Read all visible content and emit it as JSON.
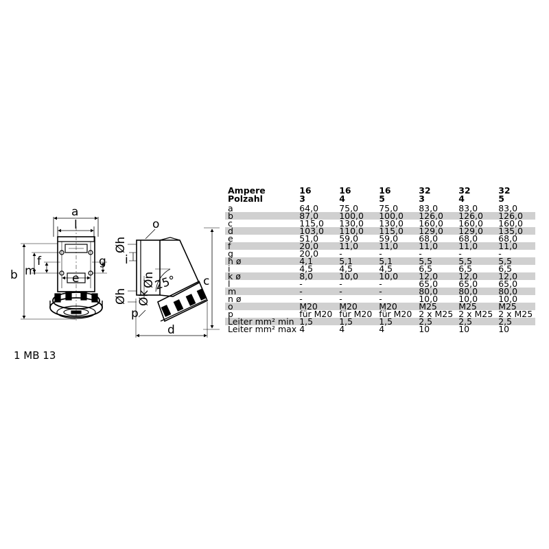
{
  "product_code": "1 MB 13",
  "drawing": {
    "labels": {
      "a": "a",
      "l": "l",
      "b": "b",
      "m": "m",
      "f": "f",
      "g": "g",
      "e": "e",
      "o": "o",
      "h_top": "Øh",
      "i": "i",
      "n": "Øn",
      "h_bot": "Øh",
      "k": "Øk",
      "angle": "25°",
      "c": "c",
      "p": "p",
      "d": "d"
    }
  },
  "table": {
    "header_top": [
      "Ampere",
      "16",
      "16",
      "16",
      "32",
      "32",
      "32"
    ],
    "header_bottom": [
      "Polzahl",
      "3",
      "4",
      "5",
      "3",
      "4",
      "5"
    ],
    "rows": [
      {
        "label": "a",
        "values": [
          "64,0",
          "75,0",
          "75,0",
          "83,0",
          "83,0",
          "83,0"
        ]
      },
      {
        "label": "b",
        "values": [
          "87,0",
          "100,0",
          "100,0",
          "126,0",
          "126,0",
          "126,0"
        ]
      },
      {
        "label": "c",
        "values": [
          "115,0",
          "130,0",
          "130,0",
          "160,0",
          "160,0",
          "160,0"
        ]
      },
      {
        "label": "d",
        "values": [
          "103,0",
          "110,0",
          "115,0",
          "129,0",
          "129,0",
          "135,0"
        ]
      },
      {
        "label": "e",
        "values": [
          "51,0",
          "59,0",
          "59,0",
          "68,0",
          "68,0",
          "68,0"
        ]
      },
      {
        "label": "f",
        "values": [
          "20,0",
          "11,0",
          "11,0",
          "11,0",
          "11,0",
          "11,0"
        ]
      },
      {
        "label": "g",
        "values": [
          "20,0",
          "-",
          "-",
          "-",
          "-",
          "-"
        ]
      },
      {
        "label": "h ø",
        "values": [
          "4,1",
          "5,1",
          "5,1",
          "5,5",
          "5,5",
          "5,5"
        ]
      },
      {
        "label": "i",
        "values": [
          "4,5",
          "4,5",
          "4,5",
          "6,5",
          "6,5",
          "6,5"
        ]
      },
      {
        "label": "k ø",
        "values": [
          "8,0",
          "10,0",
          "10,0",
          "12,0",
          "12,0",
          "12,0"
        ]
      },
      {
        "label": "l",
        "values": [
          "-",
          "-",
          "-",
          "65,0",
          "65,0",
          "65,0"
        ]
      },
      {
        "label": "m",
        "values": [
          "-",
          "-",
          "-",
          "80,0",
          "80,0",
          "80,0"
        ]
      },
      {
        "label": "n ø",
        "values": [
          "-",
          "-",
          "-",
          "10,0",
          "10,0",
          "10,0"
        ]
      },
      {
        "label": "o",
        "values": [
          "M20",
          "M20",
          "M20",
          "M25",
          "M25",
          "M25"
        ]
      },
      {
        "label": "p",
        "values": [
          "für M20",
          "für M20",
          "für M20",
          "2 x  M25",
          "2 x M25",
          "2 x M25"
        ]
      },
      {
        "label": "Leiter mm² min",
        "values": [
          "1,5",
          "1,5",
          "1,5",
          "2,5",
          "2,5",
          "2,5"
        ]
      },
      {
        "label": "Leiter mm² max",
        "values": [
          "4",
          "4",
          "4",
          "10",
          "10",
          "10"
        ]
      }
    ]
  }
}
